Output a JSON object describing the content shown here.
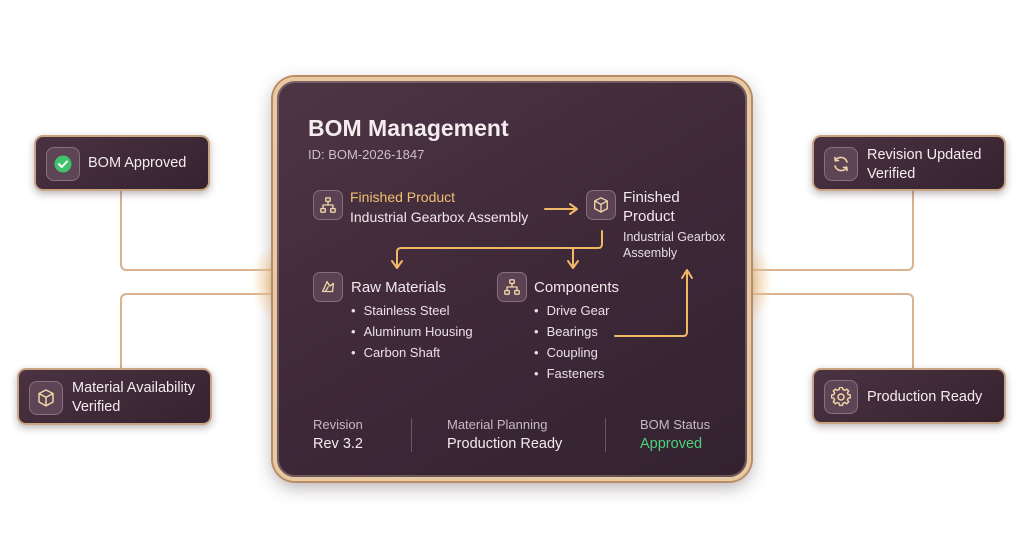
{
  "card": {
    "title": "BOM Management",
    "id": "ID: BOM-2026-1847",
    "finished_product_top": {
      "label": "Finished Product",
      "value": "Industrial Gearbox Assembly",
      "icon": "hierarchy-icon"
    },
    "finished_product_right": {
      "label_line1": "Finished",
      "label_line2": "Product",
      "value_line1": "Industrial Gearbox",
      "value_line2": "Assembly",
      "icon": "box-icon"
    },
    "raw_materials": {
      "label": "Raw Materials",
      "icon": "materials-icon",
      "items": [
        "Stainless Steel",
        "Aluminum Housing",
        "Carbon Shaft"
      ]
    },
    "components": {
      "label": "Components",
      "icon": "hierarchy-icon",
      "items": [
        "Drive Gear",
        "Bearings",
        "Coupling",
        "Fasteners"
      ]
    },
    "footer": {
      "revision_label": "Revision",
      "revision_value": "Rev 3.2",
      "planning_label": "Material Planning",
      "planning_value": "Production Ready",
      "status_label": "BOM Status",
      "status_value": "Approved"
    }
  },
  "side_cards": {
    "bom_approved": {
      "text": "BOM Approved",
      "icon": "check-circle-icon"
    },
    "material_availability": {
      "line1": "Material Availability",
      "line2": "Verified",
      "icon": "box-icon"
    },
    "revision_updated": {
      "line1": "Revision Updated",
      "line2": "Verified",
      "icon": "refresh-icon"
    },
    "production_ready": {
      "text": "Production Ready",
      "icon": "gear-icon"
    }
  },
  "colors": {
    "card_bg": "#3d2838",
    "gold_accent": "#f1c06f",
    "approved_green": "#4fd07a",
    "border_gold": "#e9c9a2"
  }
}
